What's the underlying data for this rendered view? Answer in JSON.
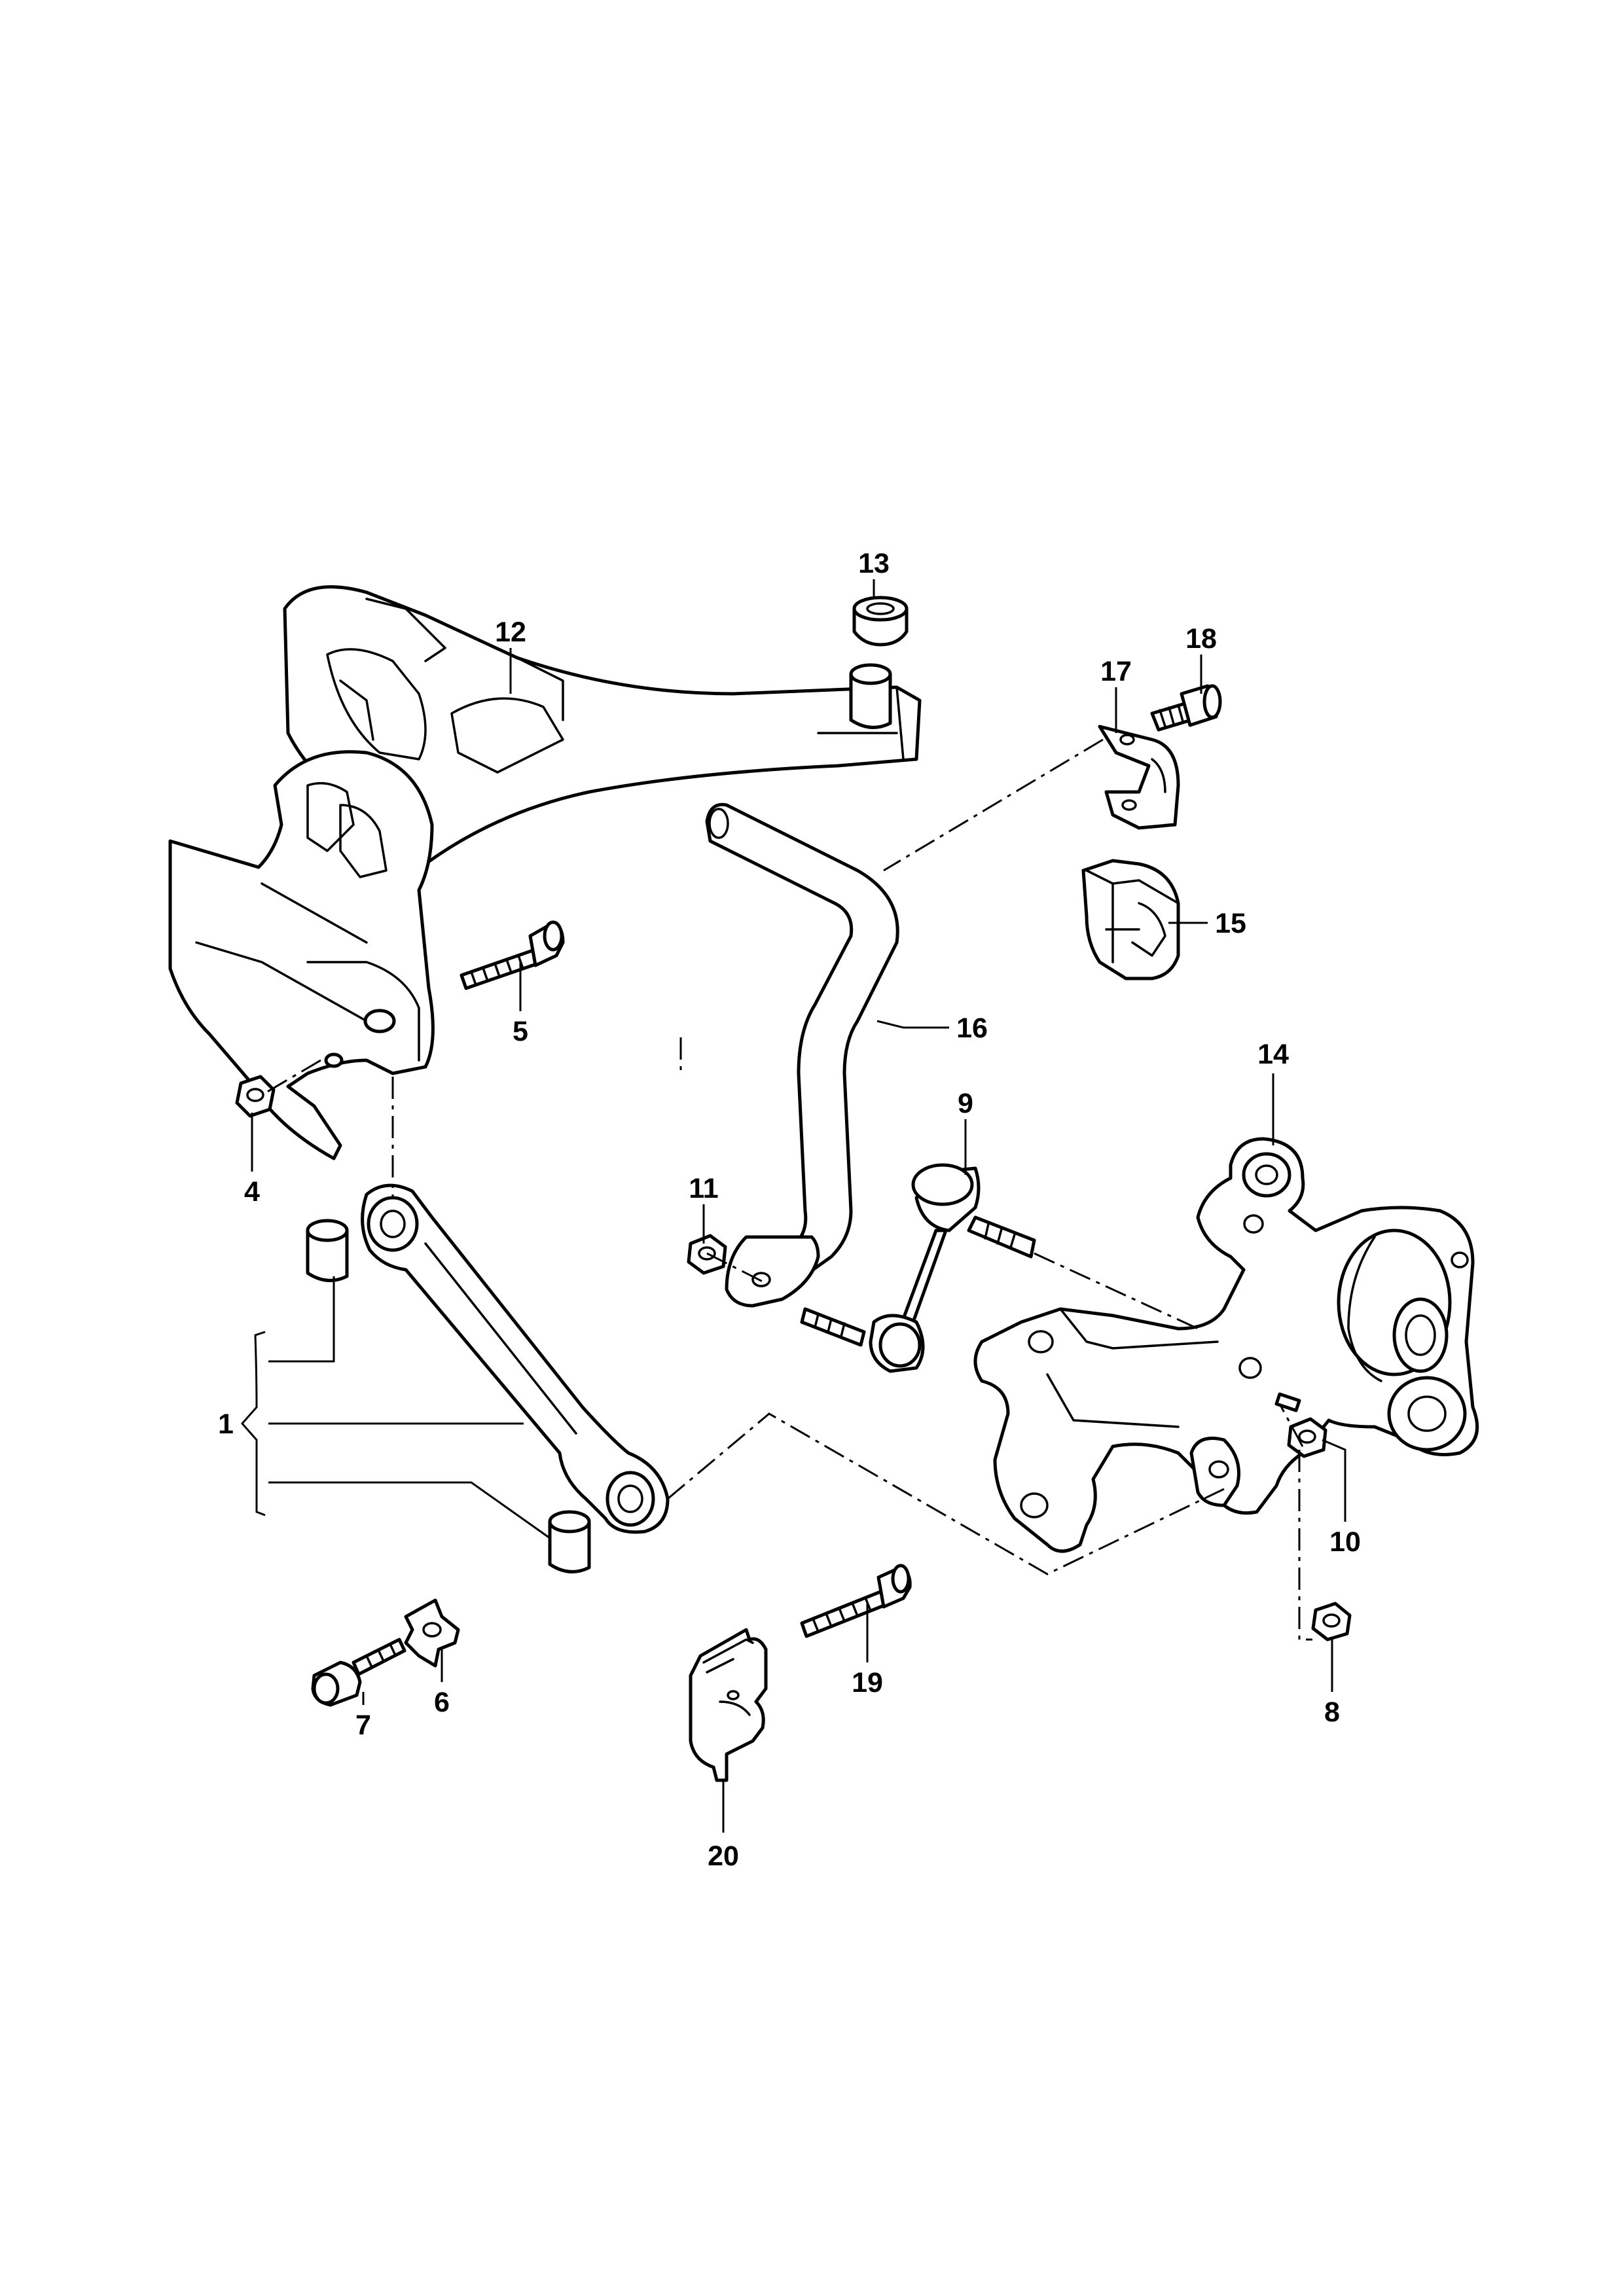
{
  "diagram": {
    "type": "exploded parts diagram",
    "line_color": "#000000",
    "background": "#ffffff",
    "callouts": {
      "c1": "1",
      "c4": "4",
      "c5": "5",
      "c6": "6",
      "c7": "7",
      "c8": "8",
      "c9": "9",
      "c10": "10",
      "c11": "11",
      "c12": "12",
      "c13": "13",
      "c14": "14",
      "c15": "15",
      "c16": "16",
      "c17": "17",
      "c18": "18",
      "c19": "19",
      "c20": "20"
    }
  }
}
